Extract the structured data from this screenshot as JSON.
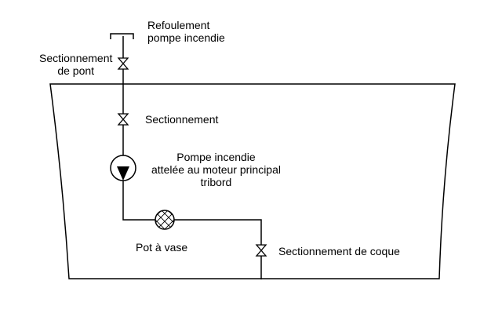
{
  "labels": {
    "refoulement_line1": "Refoulement",
    "refoulement_line2": "pompe incendie",
    "sect_pont_line1": "Sectionnement",
    "sect_pont_line2": "de pont",
    "sectionnement": "Sectionnement",
    "pompe_line1": "Pompe incendie",
    "pompe_line2": "attelée au moteur principal",
    "pompe_line3": "tribord",
    "pot_a_vase": "Pot à vase",
    "sect_coque": "Sectionnement de coque"
  },
  "colors": {
    "line": "#000000",
    "background": "#ffffff"
  }
}
